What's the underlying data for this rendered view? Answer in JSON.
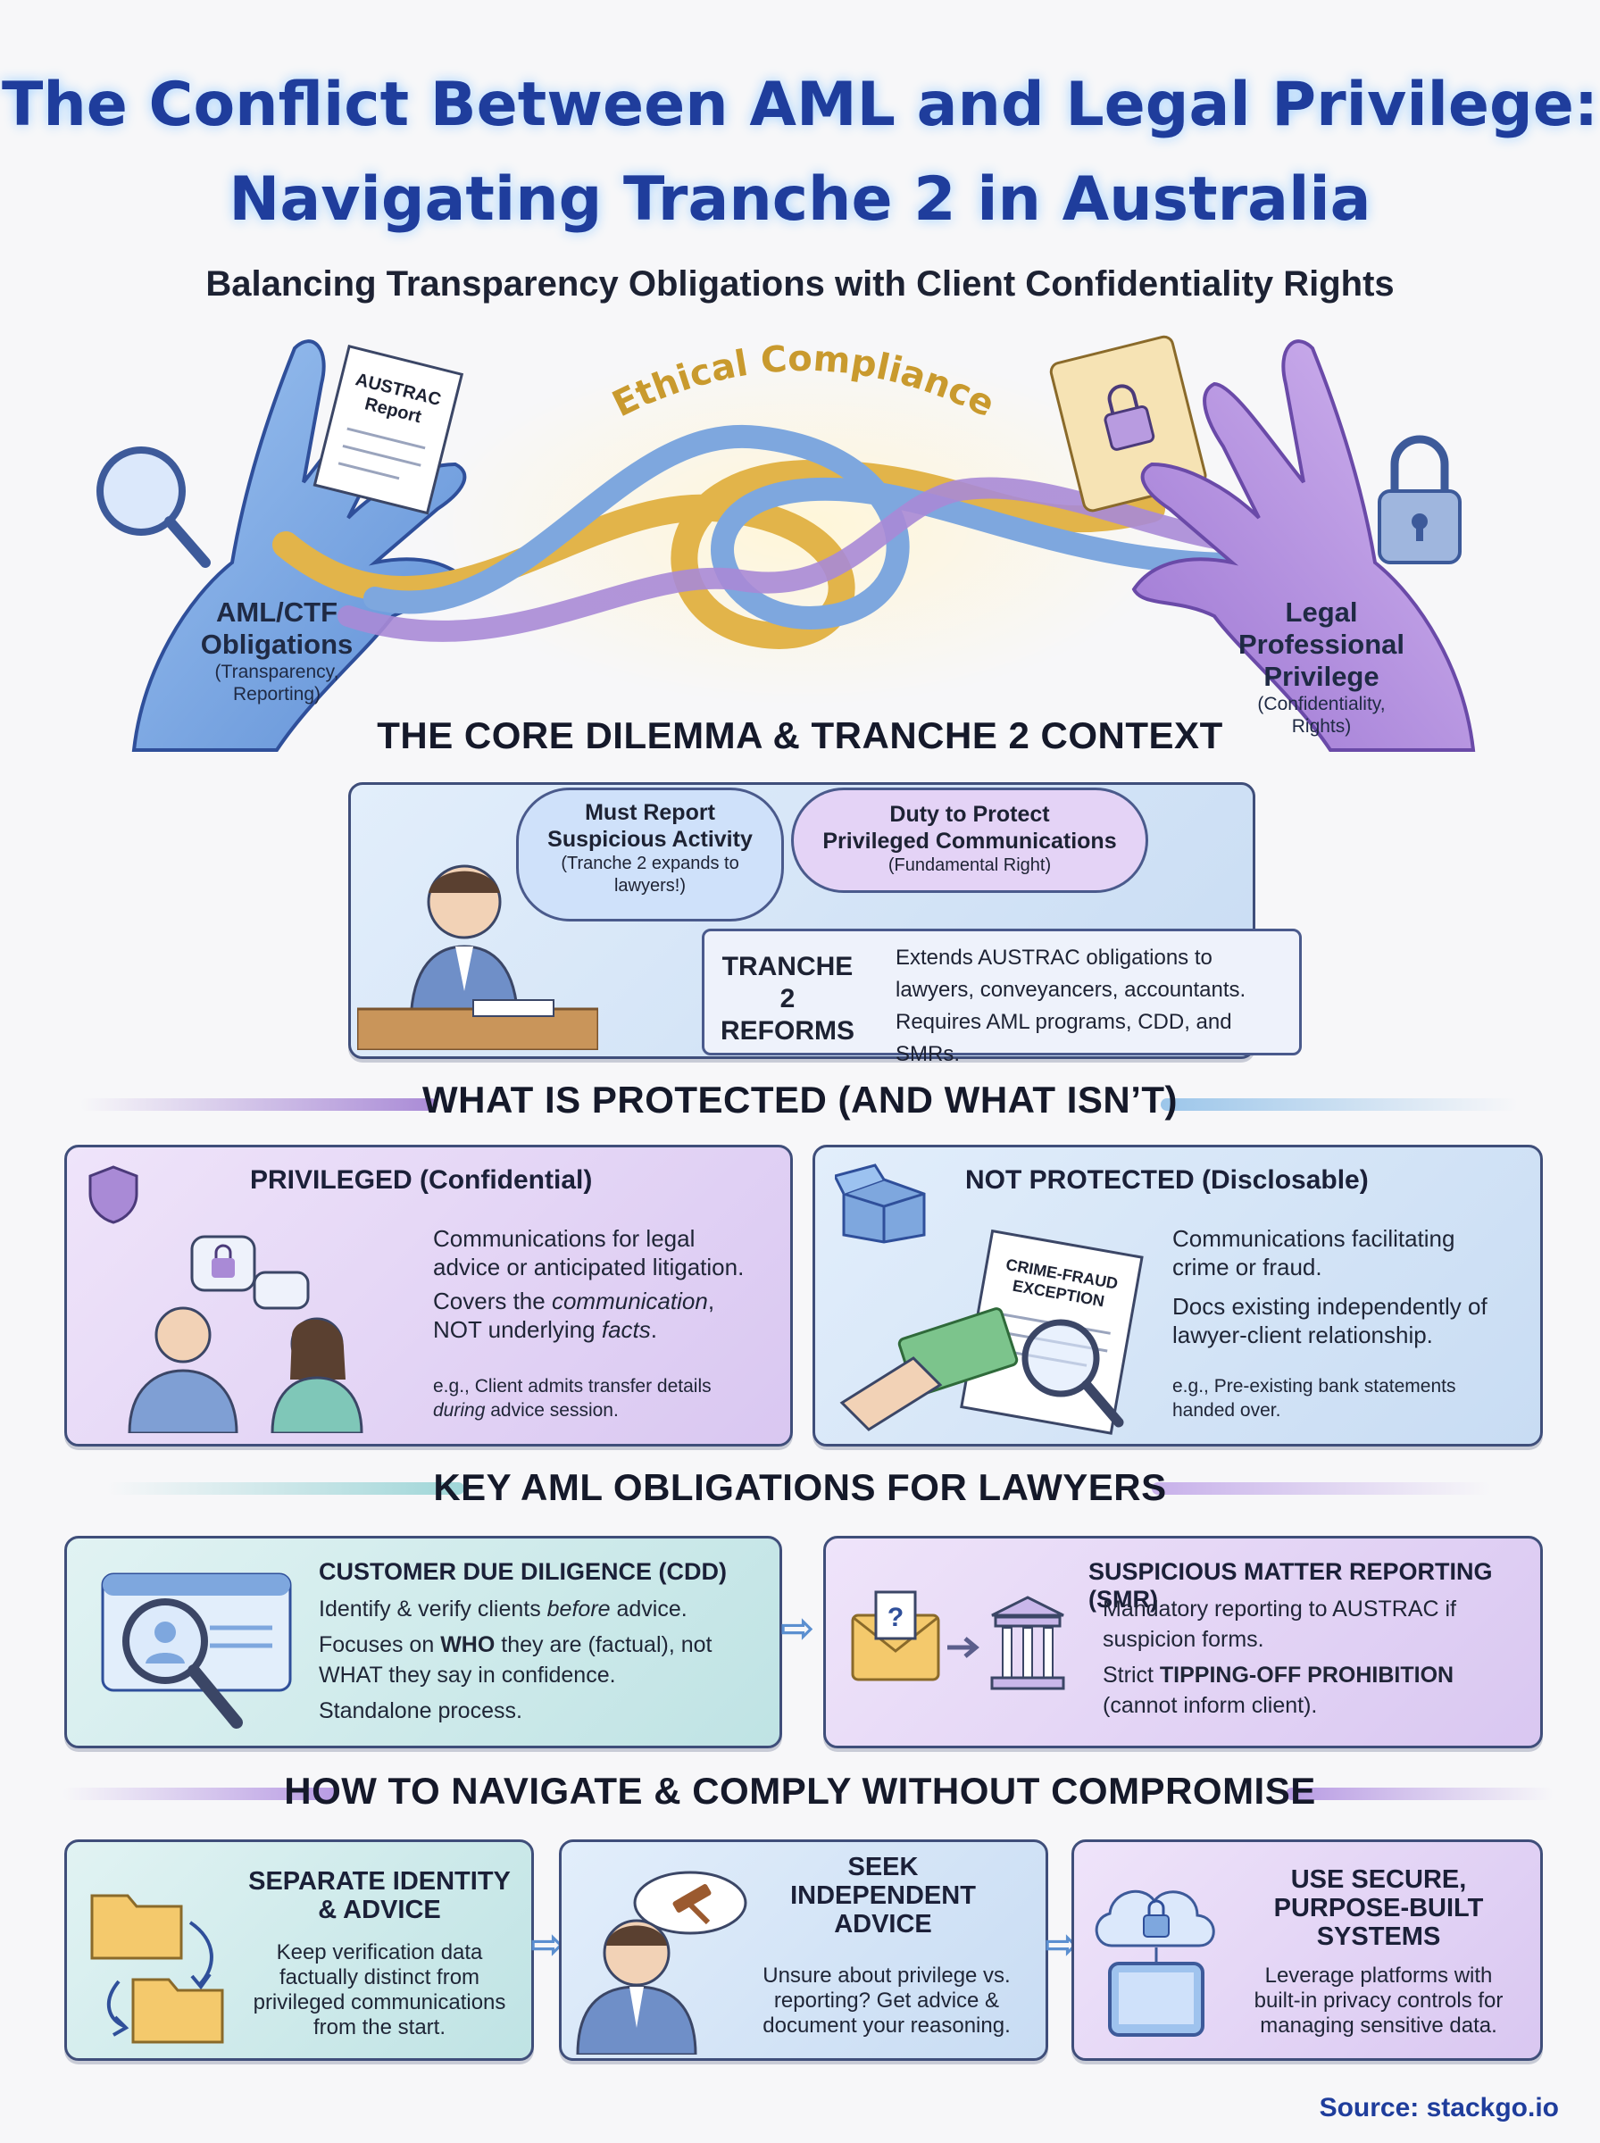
{
  "header": {
    "title_line1": "The Conflict Between AML and Legal Privilege:",
    "title_line2": "Navigating Tranche 2 in Australia",
    "subtitle": "Balancing Transparency Obligations with Client Confidentiality Rights"
  },
  "hero": {
    "arc_label": "Ethical Compliance",
    "document_label_1": "AUSTRAC",
    "document_label_2": "Report",
    "left_hand": {
      "title_1": "AML/CTF",
      "title_2": "Obligations",
      "sub_1": "(Transparency,",
      "sub_2": "Reporting)"
    },
    "right_hand": {
      "title_1": "Legal",
      "title_2": "Professional",
      "title_3": "Privilege",
      "sub_1": "(Confidentiality,",
      "sub_2": "Rights)"
    }
  },
  "dilemma": {
    "heading": "THE CORE DILEMMA & TRANCHE 2 CONTEXT",
    "bubble_left": {
      "line1": "Must Report",
      "line2": "Suspicious Activity",
      "line3": "(Tranche 2 expands to",
      "line4": "lawyers!)"
    },
    "bubble_right": {
      "line1": "Duty to Protect",
      "line2": "Privileged Communications",
      "line3": "(Fundamental Right)"
    },
    "scroll": {
      "title_1": "TRANCHE 2",
      "title_2": "REFORMS",
      "line1": "Extends AUSTRAC obligations to",
      "line2": "lawyers, conveyancers, accountants.",
      "line3": "Requires AML programs, CDD, and SMRs."
    }
  },
  "protected": {
    "heading": "WHAT IS PROTECTED (AND WHAT ISN’T)",
    "privileged": {
      "title": "PRIVILEGED (Confidential)",
      "p1_a": "Communications for legal",
      "p1_b": "advice or anticipated litigation.",
      "p2_a": "Covers the ",
      "p2_em": "communication",
      "p2_b": ",",
      "p3_a": "NOT underlying ",
      "p3_em": "facts",
      "p3_b": ".",
      "note_1": "e.g., Client admits transfer details",
      "note_2_em": "during",
      "note_2": " advice session."
    },
    "not_protected": {
      "title": "NOT PROTECTED (Disclosable)",
      "stamp_1": "CRIME-FRAUD",
      "stamp_2": "EXCEPTION",
      "p1_a": "Communications facilitating",
      "p1_b": "crime or fraud.",
      "p2_a": "Docs existing independently of",
      "p2_b": "lawyer-client relationship.",
      "note_1": "e.g., Pre-existing bank statements",
      "note_2": "handed over."
    }
  },
  "obligations": {
    "heading": "KEY AML OBLIGATIONS FOR LAWYERS",
    "cdd": {
      "title": "CUSTOMER DUE DILIGENCE (CDD)",
      "l1_a": "Identify & verify clients ",
      "l1_em": "before",
      "l1_b": " advice.",
      "l2_a": "Focuses on ",
      "l2_strong": "WHO",
      "l2_b": " they are (factual), not",
      "l3": "WHAT they say in confidence.",
      "l4": "Standalone process."
    },
    "smr": {
      "title": "SUSPICIOUS MATTER REPORTING (SMR)",
      "l1": "Mandatory reporting to AUSTRAC if",
      "l2": "suspicion forms.",
      "l3_a": "Strict ",
      "l3_strong": "TIPPING-OFF PROHIBITION",
      "l4": "(cannot inform client)."
    }
  },
  "navigate": {
    "heading": "HOW TO NAVIGATE & COMPLY WITHOUT COMPROMISE",
    "card1": {
      "t1": "SEPARATE IDENTITY",
      "t2": "& ADVICE",
      "l1": "Keep verification data",
      "l2": "factually distinct from",
      "l3": "privileged communications",
      "l4": "from the start."
    },
    "card2": {
      "t1": "SEEK",
      "t2": "INDEPENDENT",
      "t3": "ADVICE",
      "l1": "Unsure about privilege vs.",
      "l2": "reporting? Get advice &",
      "l3": "document your reasoning."
    },
    "card3": {
      "t1": "USE SECURE,",
      "t2": "PURPOSE-BUILT",
      "t3": "SYSTEMS",
      "l1": "Leverage platforms with",
      "l2": "built-in privacy controls for",
      "l3": "managing sensitive data."
    }
  },
  "footer": {
    "source": "Source: stackgo.io"
  },
  "colors": {
    "title": "#1f3d9c",
    "purple": "#a98ad6",
    "blue": "#7ea7de",
    "gold": "#e2b44a",
    "teal": "#7ec4c6"
  }
}
